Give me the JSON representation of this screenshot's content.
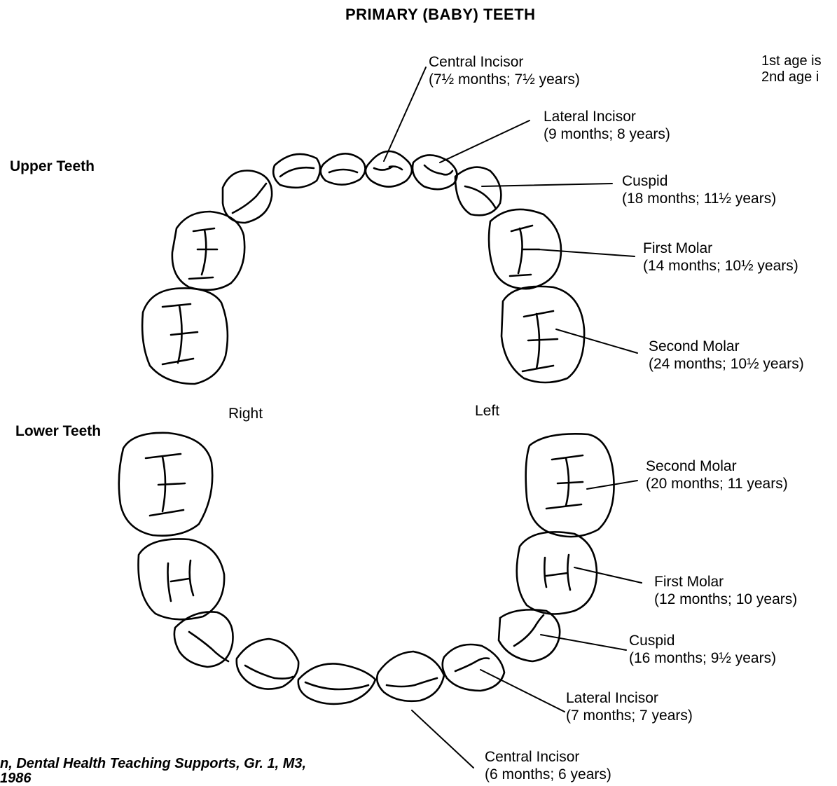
{
  "title": "PRIMARY (BABY) TEETH",
  "upper_heading": "Upper Teeth",
  "lower_heading": "Lower Teeth",
  "side_right": "Right",
  "side_left": "Left",
  "note_line1": "1st age is",
  "note_line2": "2nd age i",
  "upper_labels": [
    {
      "name": "Central Incisor",
      "ages": "(7½ months; 7½ years)"
    },
    {
      "name": "Lateral Incisor",
      "ages": "(9 months; 8 years)"
    },
    {
      "name": "Cuspid",
      "ages": "(18 months; 11½ years)"
    },
    {
      "name": "First Molar",
      "ages": "(14 months; 10½ years)"
    },
    {
      "name": "Second Molar",
      "ages": "(24 months; 10½ years)"
    }
  ],
  "lower_labels": [
    {
      "name": "Second Molar",
      "ages": "(20 months; 11 years)"
    },
    {
      "name": "First Molar",
      "ages": "(12 months; 10 years)"
    },
    {
      "name": "Cuspid",
      "ages": "(16 months; 9½ years)"
    },
    {
      "name": "Lateral Incisor",
      "ages": "(7 months; 7 years)"
    },
    {
      "name": "Central Incisor",
      "ages": "(6 months; 6 years)"
    }
  ],
  "credit_line1": "n, Dental Health Teaching Supports, Gr. 1, M3,",
  "credit_line2": "1986"
}
